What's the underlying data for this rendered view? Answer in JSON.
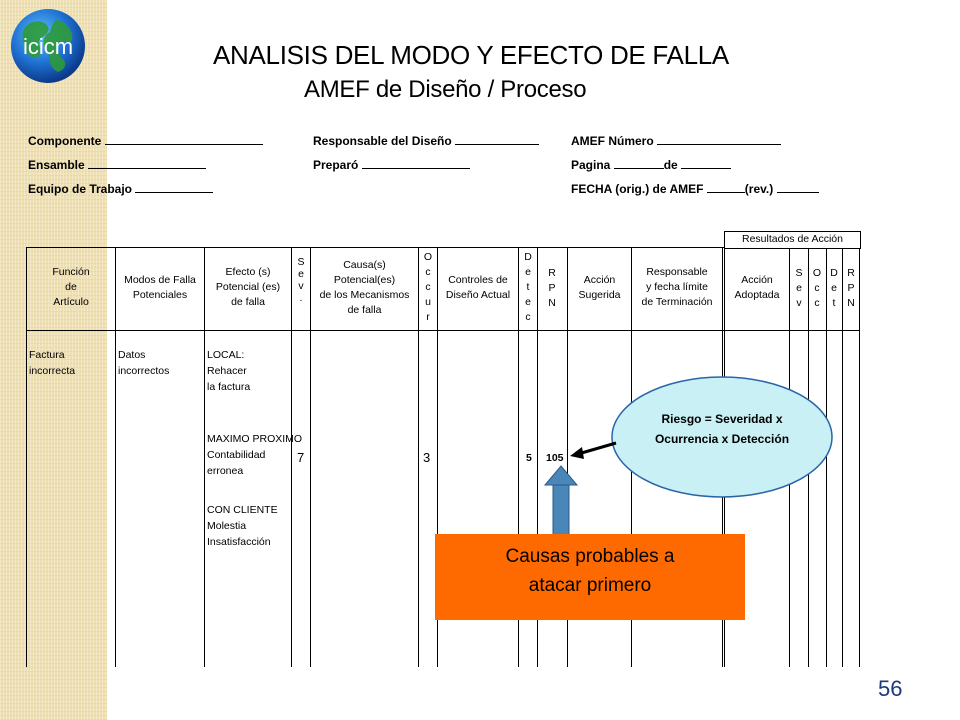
{
  "slide": {
    "number": "56",
    "logo_text": "icicm"
  },
  "title": {
    "line1": "ANALISIS DEL MODO Y EFECTO DE FALLA",
    "line2": "AMEF de Diseño / Proceso"
  },
  "form_fields": {
    "componente": "Componente",
    "ensamble": "Ensamble",
    "equipo": "Equipo de Trabajo",
    "responsable": "Responsable del Diseño",
    "preparo": "Preparó",
    "amef_numero": "AMEF Número",
    "pagina": "Pagina",
    "de": "de",
    "fecha": "FECHA (orig.) de AMEF",
    "rev": "(rev.)"
  },
  "table": {
    "results_header": "Resultados de Acción",
    "columns": {
      "funcion": [
        "Función",
        "de",
        "Artículo"
      ],
      "modos": [
        "Modos de Falla",
        "Potenciales"
      ],
      "efecto": [
        "Efecto (s)",
        "Potencial (es)",
        "de falla"
      ],
      "sev": [
        "S",
        "e",
        "v",
        "."
      ],
      "causa": [
        "Causa(s)",
        "Potencial(es)",
        "de los Mecanismos",
        "de falla"
      ],
      "occur": [
        "O",
        "c",
        "c",
        "u",
        "r"
      ],
      "controles": [
        "Controles de",
        "Diseño Actual"
      ],
      "detec": [
        "D",
        "e",
        "t",
        "e",
        "c"
      ],
      "rpn": [
        "R",
        "P",
        "N"
      ],
      "accion_sugerida": [
        "Acción",
        "Sugerida"
      ],
      "responsable": [
        "Responsable",
        "y fecha límite",
        "de Terminación"
      ],
      "accion_adoptada": [
        "Acción",
        "Adoptada"
      ],
      "r_sev": [
        "S",
        "e",
        "v"
      ],
      "r_occ": [
        "O",
        "c",
        "c"
      ],
      "r_det": [
        "D",
        "e",
        "t"
      ],
      "r_rpn": [
        "R",
        "P",
        "N"
      ]
    },
    "row": {
      "funcion": [
        "Factura",
        "incorrecta"
      ],
      "modos": [
        "Datos",
        "incorrectos"
      ],
      "efecto_local": [
        "LOCAL:",
        "Rehacer",
        "la factura"
      ],
      "efecto_maximo": [
        "MAXIMO PROXIMO",
        "Contabilidad",
        "erronea"
      ],
      "efecto_cliente": [
        "CON CLIENTE",
        "Molestia",
        "Insatisfacción"
      ],
      "sev": "7",
      "occur": "3",
      "detec": "5",
      "rpn": "105"
    }
  },
  "callouts": {
    "ellipse_line1": "Riesgo = Severidad x",
    "ellipse_line2": "Ocurrencia x Detección",
    "orange_line1": "Causas probables a",
    "orange_line2": "atacar primero"
  },
  "colors": {
    "orange": "#ff6a00",
    "ellipse": "#c9f0f4",
    "arrow": "#4a86b8",
    "sidebar": "#efe0b4"
  }
}
